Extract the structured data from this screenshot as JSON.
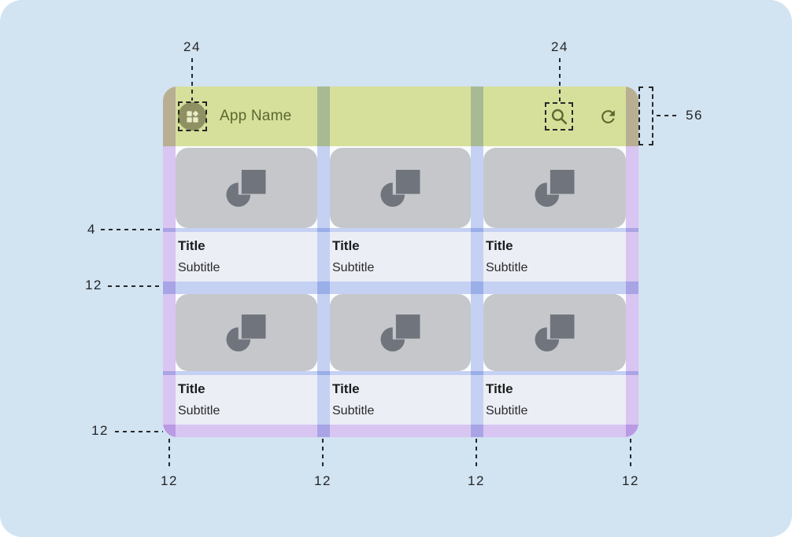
{
  "app": {
    "name": "App Name",
    "cards": [
      {
        "title": "Title",
        "subtitle": "Subtitle"
      },
      {
        "title": "Title",
        "subtitle": "Subtitle"
      },
      {
        "title": "Title",
        "subtitle": "Subtitle"
      },
      {
        "title": "Title",
        "subtitle": "Subtitle"
      },
      {
        "title": "Title",
        "subtitle": "Subtitle"
      },
      {
        "title": "Title",
        "subtitle": "Subtitle"
      }
    ]
  },
  "annotations": {
    "top_left_icon_size": "24",
    "top_right_icon_size": "24",
    "appbar_height": "56",
    "image_text_gap": "4",
    "row_gap": "12",
    "bottom_margin": "12",
    "bottom_spacings": [
      "12",
      "12",
      "12",
      "12"
    ]
  },
  "icons": {
    "app_menu": "dashboard-icon",
    "search": "search-icon",
    "refresh": "refresh-icon",
    "card_image": "image-placeholder-icon"
  },
  "colors": {
    "page_background": "#d2e3f1",
    "mock_background": "#fbfcfe",
    "appbar_green": "#d6e09b",
    "appbar_content": "#5a682e",
    "app_icon_circle": "#8f9162",
    "card_image_gray": "#c5c7cb",
    "card_icon_gray": "#70757d",
    "card_text_background": "#ebeef4",
    "margin_overlay_purple": "#dcc8f2",
    "gutter_overlay_blue": "#c8d4f4",
    "annotation_ink": "#232528"
  }
}
